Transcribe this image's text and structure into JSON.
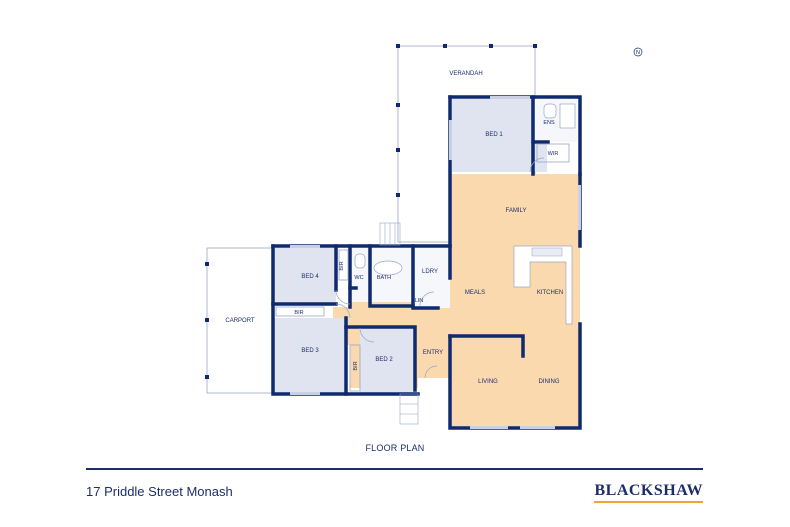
{
  "plan": {
    "title": "FLOOR PLAN",
    "compass_label": "N"
  },
  "rooms": {
    "verandah": "VERANDAH",
    "bed1": "BED 1",
    "ens": "ENS",
    "wir": "WIR",
    "family": "FAMILY",
    "meals": "MEALS",
    "kitchen": "KITCHEN",
    "bed4": "BED 4",
    "bir_bed4": "BIR",
    "wc": "WC",
    "bath": "BATH",
    "ldry": "LDRY",
    "lin": "LIN",
    "bir_bed3": "BIR",
    "bed3": "BED 3",
    "bir_bed2": "BIR",
    "bed2": "BED 2",
    "entry": "ENTRY",
    "living": "LIVING",
    "dining": "DINING",
    "carport": "CARPORT"
  },
  "footer": {
    "address": "17 Priddle Street Monash",
    "brand": "BLACKSHAW"
  },
  "colors": {
    "wall": "#0f2a6e",
    "bedroom_fill": "#dfe4f0",
    "living_fill": "#fbd9ae",
    "brand_underline": "#f3a42c"
  }
}
